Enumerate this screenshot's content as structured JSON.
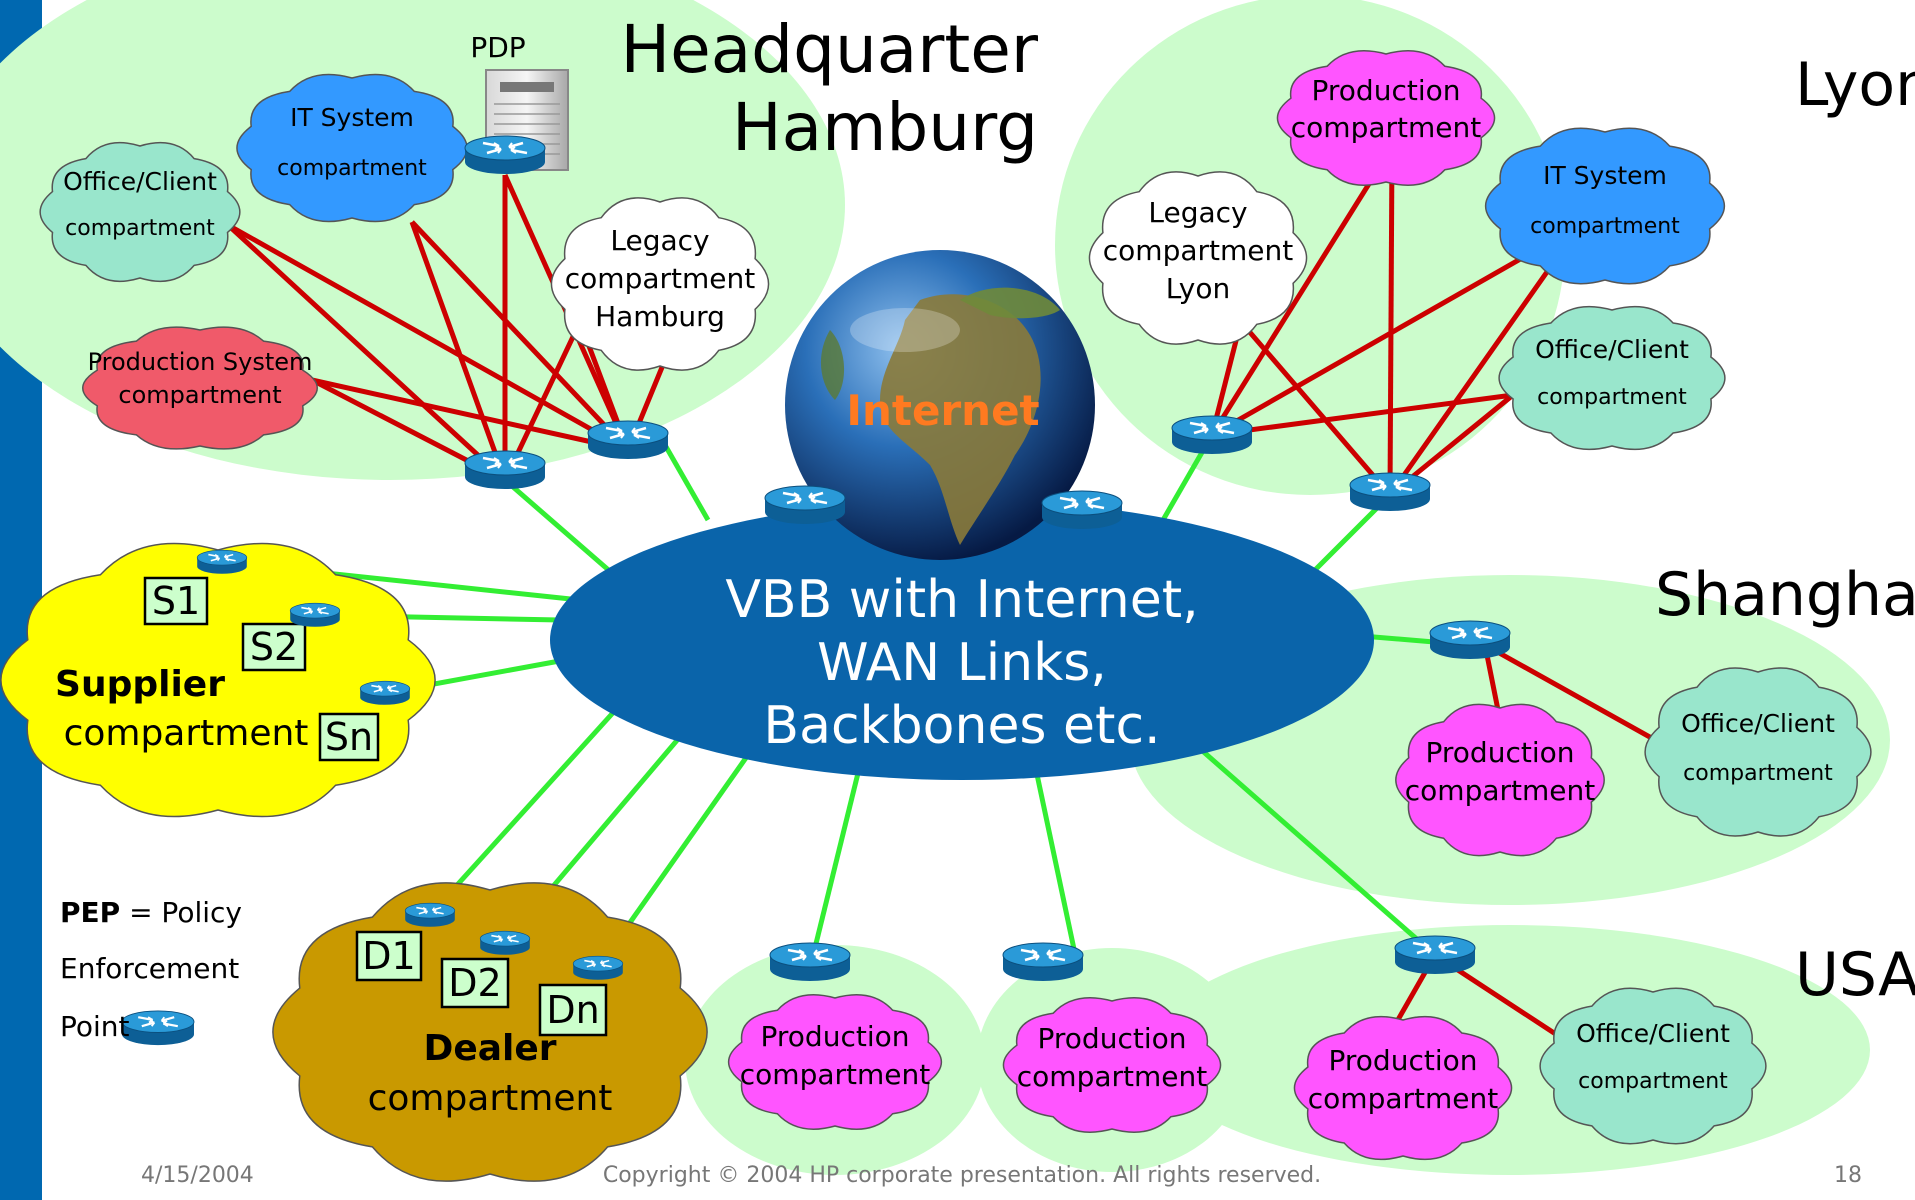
{
  "regions": {
    "hamburg": [
      "Headquarter",
      "Hamburg"
    ],
    "lyon": "Lyon",
    "shanghai": "Shanghai",
    "usa": "USA"
  },
  "pdp_label": "PDP",
  "internet_label": "Internet",
  "backbone": [
    "VBB with Internet,",
    "WAN Links,",
    "Backbones etc."
  ],
  "compartments": {
    "hh_it": [
      "IT System",
      "compartment"
    ],
    "hh_office": [
      "Office/Client",
      "compartment"
    ],
    "hh_legacy": [
      "Legacy",
      "compartment",
      "Hamburg"
    ],
    "hh_production": [
      "Production System",
      "compartment"
    ],
    "ly_production": [
      "Production",
      "compartment"
    ],
    "ly_legacy": [
      "Legacy",
      "compartment",
      "Lyon"
    ],
    "ly_it": [
      "IT System",
      "compartment"
    ],
    "ly_office": [
      "Office/Client",
      "compartment"
    ],
    "sh_production": [
      "Production",
      "compartment"
    ],
    "sh_office": [
      "Office/Client",
      "compartment"
    ],
    "prod_a": [
      "Production",
      "compartment"
    ],
    "prod_b": [
      "Production",
      "compartment"
    ],
    "us_production": [
      "Production",
      "compartment"
    ],
    "us_office": [
      "Office/Client",
      "compartment"
    ],
    "supplier": [
      "Supplier",
      "compartment"
    ],
    "dealer": [
      "Dealer",
      "compartment"
    ]
  },
  "supplier_nodes": [
    "S1",
    "S2",
    "Sn"
  ],
  "dealer_nodes": [
    "D1",
    "D2",
    "Dn"
  ],
  "legend": {
    "pep": "PEP",
    "line1_rest": " = Policy",
    "line2": "Enforcement",
    "line3": "Point"
  },
  "footer": {
    "date": "4/15/2004",
    "copyright": "Copyright © 2004 HP corporate presentation. All rights reserved.",
    "page": "18"
  },
  "colors": {
    "side_bar": "#0068b0",
    "site_area": "#ccfccc",
    "backbone": "#0a64aa",
    "wan_link": "#33ee33",
    "lan_link": "#cc0000",
    "it_cloud": "#3399ff",
    "office_cloud": "#99e6cc",
    "production_cloud": "#ff55ff",
    "production_system_cloud": "#f05a6a",
    "legacy_cloud": "#ffffff",
    "supplier_cloud": "#ffff00",
    "dealer_cloud": "#c99900",
    "node_box": "#ccffcc",
    "router": "#1e90cc"
  }
}
